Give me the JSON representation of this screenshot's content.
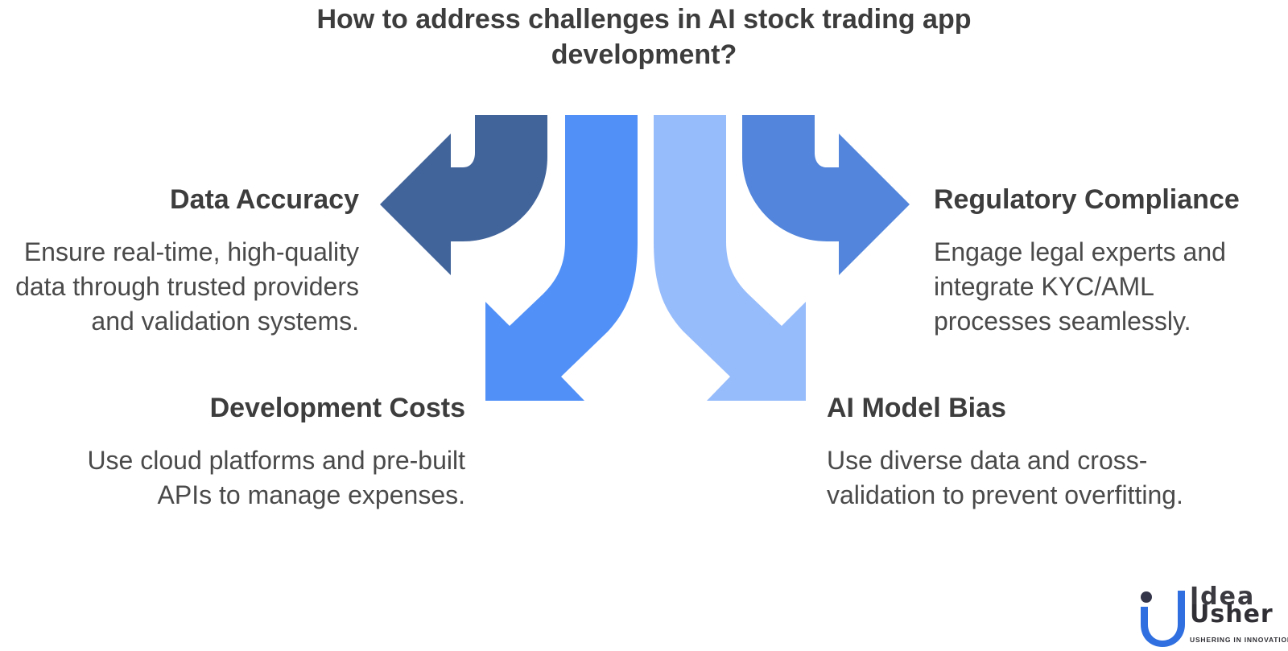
{
  "title": "How to address challenges in AI stock trading app development?",
  "items": [
    {
      "heading": "Data Accuracy",
      "description": "Ensure real-time, high-quality data through trusted providers and validation systems.",
      "color": "#41649b"
    },
    {
      "heading": "Regulatory Compliance",
      "description": "Engage legal experts and integrate KYC/AML processes seamlessly.",
      "color": "#5285db"
    },
    {
      "heading": "Development Costs",
      "description": "Use cloud platforms and pre-built APIs to manage expenses.",
      "color": "#5190f7"
    },
    {
      "heading": "AI Model Bias",
      "description": "Use diverse data and cross-validation to prevent overfitting.",
      "color": "#97bcfb"
    }
  ],
  "logo": {
    "line1": "Idea",
    "line2": "Usher",
    "tagline": "USHERING IN INNOVATION"
  }
}
